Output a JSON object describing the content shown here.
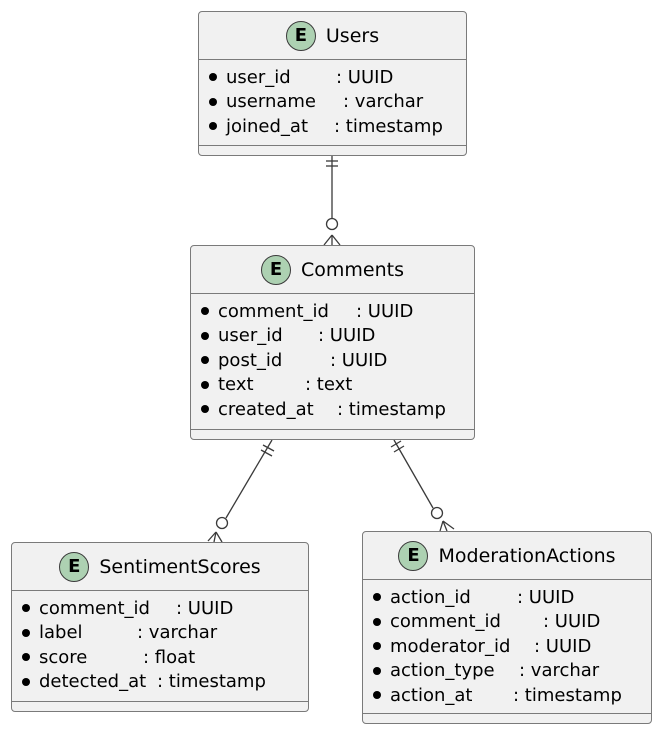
{
  "entities": {
    "users": {
      "name": "Users",
      "badge": "E",
      "attributes": [
        {
          "name": "user_id",
          "type": ": UUID"
        },
        {
          "name": "username",
          "type": ": varchar"
        },
        {
          "name": "joined_at",
          "type": ": timestamp"
        }
      ]
    },
    "comments": {
      "name": "Comments",
      "badge": "E",
      "attributes": [
        {
          "name": "comment_id",
          "type": ": UUID"
        },
        {
          "name": "user_id",
          "type": ": UUID"
        },
        {
          "name": "post_id",
          "type": ": UUID"
        },
        {
          "name": "text",
          "type": ": text"
        },
        {
          "name": "created_at",
          "type": ": timestamp"
        }
      ]
    },
    "sentiment": {
      "name": "SentimentScores",
      "badge": "E",
      "attributes": [
        {
          "name": "comment_id",
          "type": ": UUID"
        },
        {
          "name": "label",
          "type": ": varchar"
        },
        {
          "name": "score",
          "type": ": float"
        },
        {
          "name": "detected_at",
          "type": ": timestamp"
        }
      ]
    },
    "moderation": {
      "name": "ModerationActions",
      "badge": "E",
      "attributes": [
        {
          "name": "action_id",
          "type": ": UUID"
        },
        {
          "name": "comment_id",
          "type": ": UUID"
        },
        {
          "name": "moderator_id",
          "type": ": UUID"
        },
        {
          "name": "action_type",
          "type": ": varchar"
        },
        {
          "name": "action_at",
          "type": ": timestamp"
        }
      ]
    }
  },
  "relationships": [
    {
      "from": "users",
      "to": "comments",
      "from_cardinality": "exactly-one",
      "to_cardinality": "zero-or-many"
    },
    {
      "from": "comments",
      "to": "sentiment",
      "from_cardinality": "exactly-one",
      "to_cardinality": "zero-or-many"
    },
    {
      "from": "comments",
      "to": "moderation",
      "from_cardinality": "exactly-one",
      "to_cardinality": "zero-or-many"
    }
  ],
  "colors": {
    "entity_fill": "#f1f1f1",
    "entity_border": "#7a7a7a",
    "badge_fill": "#add1b2",
    "line": "#3a3a3a"
  }
}
